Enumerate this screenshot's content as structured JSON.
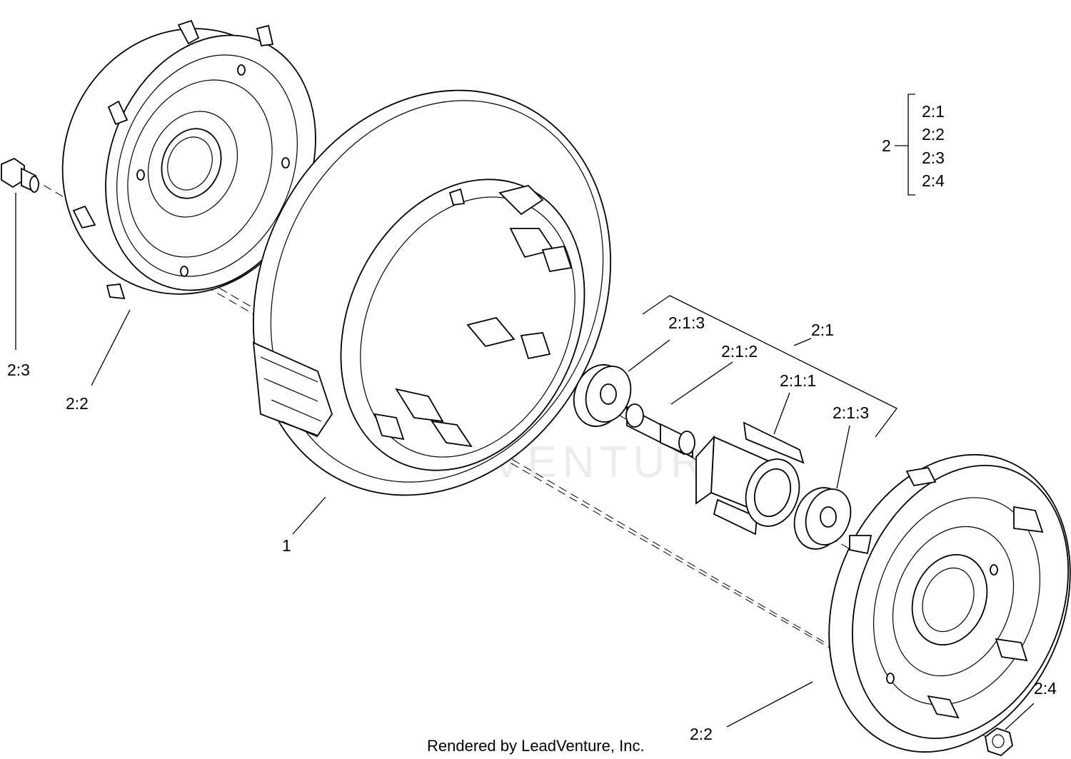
{
  "labels": {
    "part_1": "1",
    "part_2_2_left": "2:2",
    "part_2_2_right": "2:2",
    "part_2_3": "2:3",
    "part_2_4": "2:4",
    "part_2_1": "2:1",
    "part_2_1_1": "2:1:1",
    "part_2_1_2": "2:1:2",
    "part_2_1_3_top": "2:1:3",
    "part_2_1_3_bottom": "2:1:3"
  },
  "legend": {
    "parent": "2",
    "children": [
      "2:1",
      "2:2",
      "2:3",
      "2:4"
    ]
  },
  "watermark": "LEADVENTURE",
  "credit": "Rendered by LeadVenture, Inc."
}
